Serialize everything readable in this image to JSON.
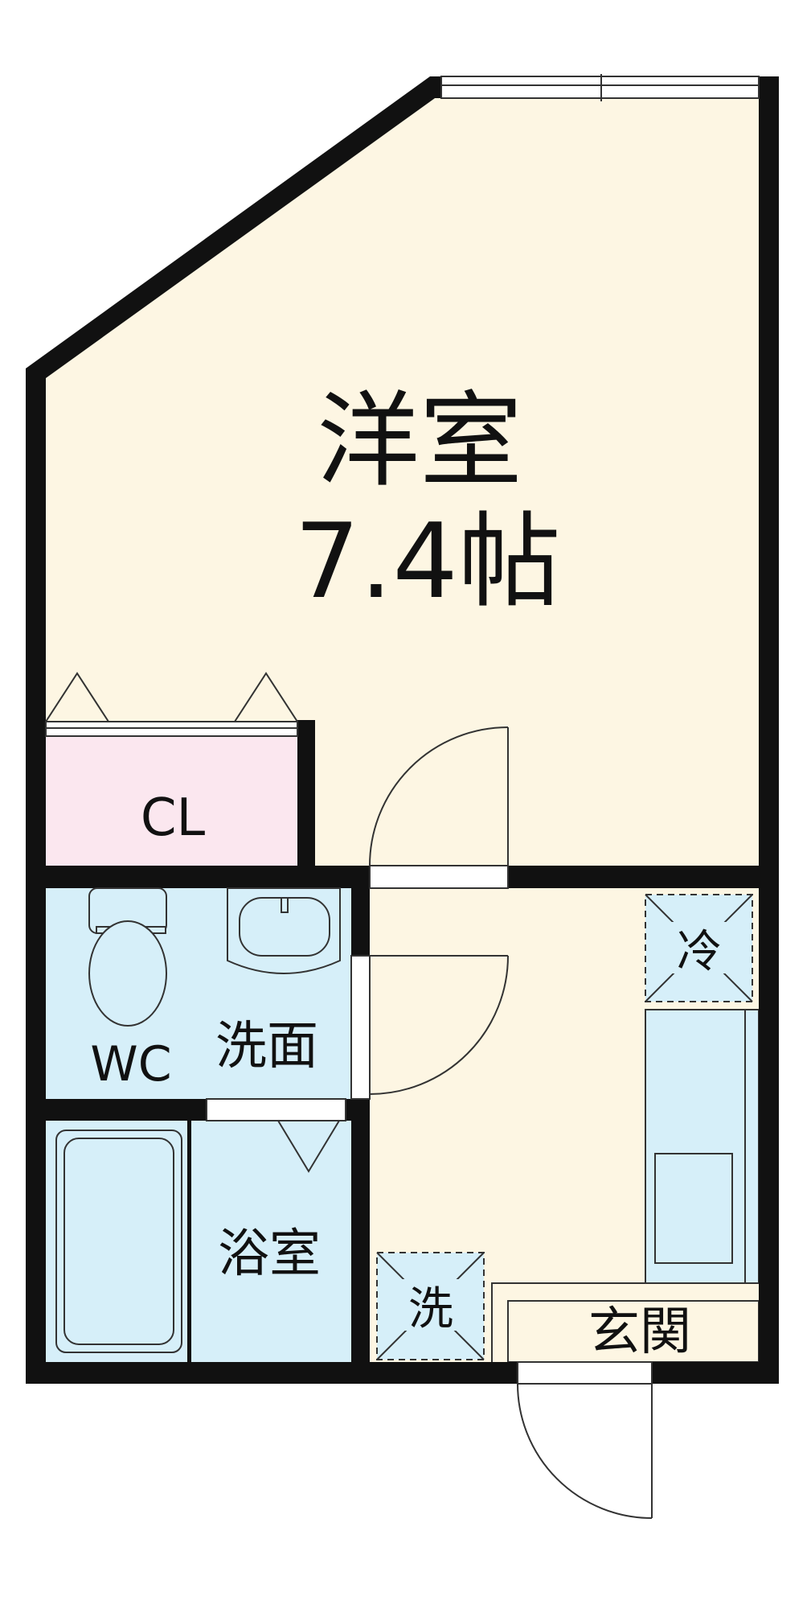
{
  "floorplan": {
    "rooms": {
      "western_room": {
        "name": "洋室",
        "size": "7.4帖"
      },
      "closet": {
        "name": "CL"
      },
      "toilet": {
        "name": "WC"
      },
      "washroom": {
        "name": "洗面"
      },
      "bathroom": {
        "name": "浴室"
      },
      "entrance": {
        "name": "玄関"
      }
    },
    "fixtures": {
      "refrigerator": {
        "name": "冷"
      },
      "washer": {
        "name": "洗"
      }
    },
    "colors": {
      "room_floor": "#fdf6e3",
      "closet_floor": "#fbe7ef",
      "wet_area_floor": "#d6eff9",
      "wall": "#111111"
    }
  }
}
